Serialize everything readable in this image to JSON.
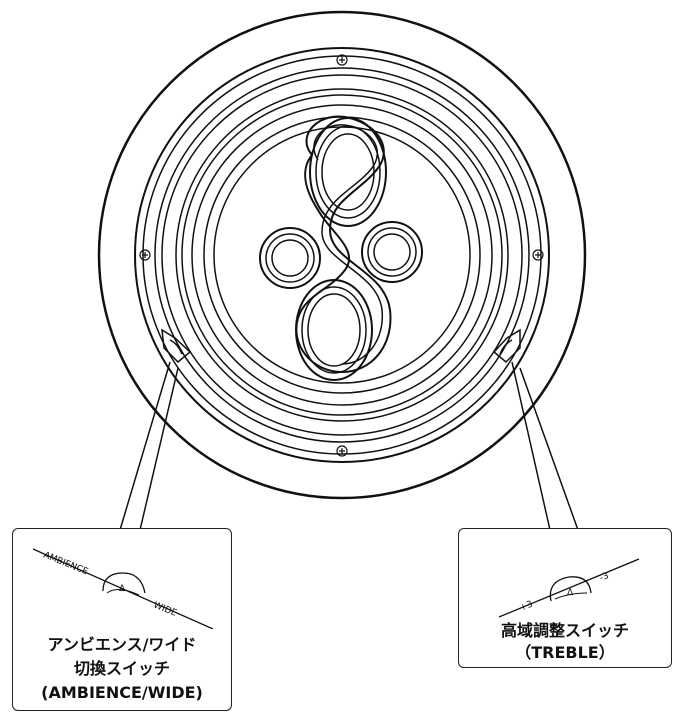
{
  "left_callout": {
    "switch_left": "AMBIENCE",
    "switch_right": "WIDE",
    "switch_mark": "Δ",
    "line1": "アンビエンス/ワイド",
    "line2": "切換スイッチ",
    "line3": "(AMBIENCE/WIDE)"
  },
  "right_callout": {
    "switch_left": "+3",
    "switch_right": "-3",
    "switch_mark": "Δ",
    "line1": "高域調整スイッチ",
    "line2": "（TREBLE）"
  },
  "icons": [
    "screw-icon",
    "arrow-mark-icon"
  ]
}
